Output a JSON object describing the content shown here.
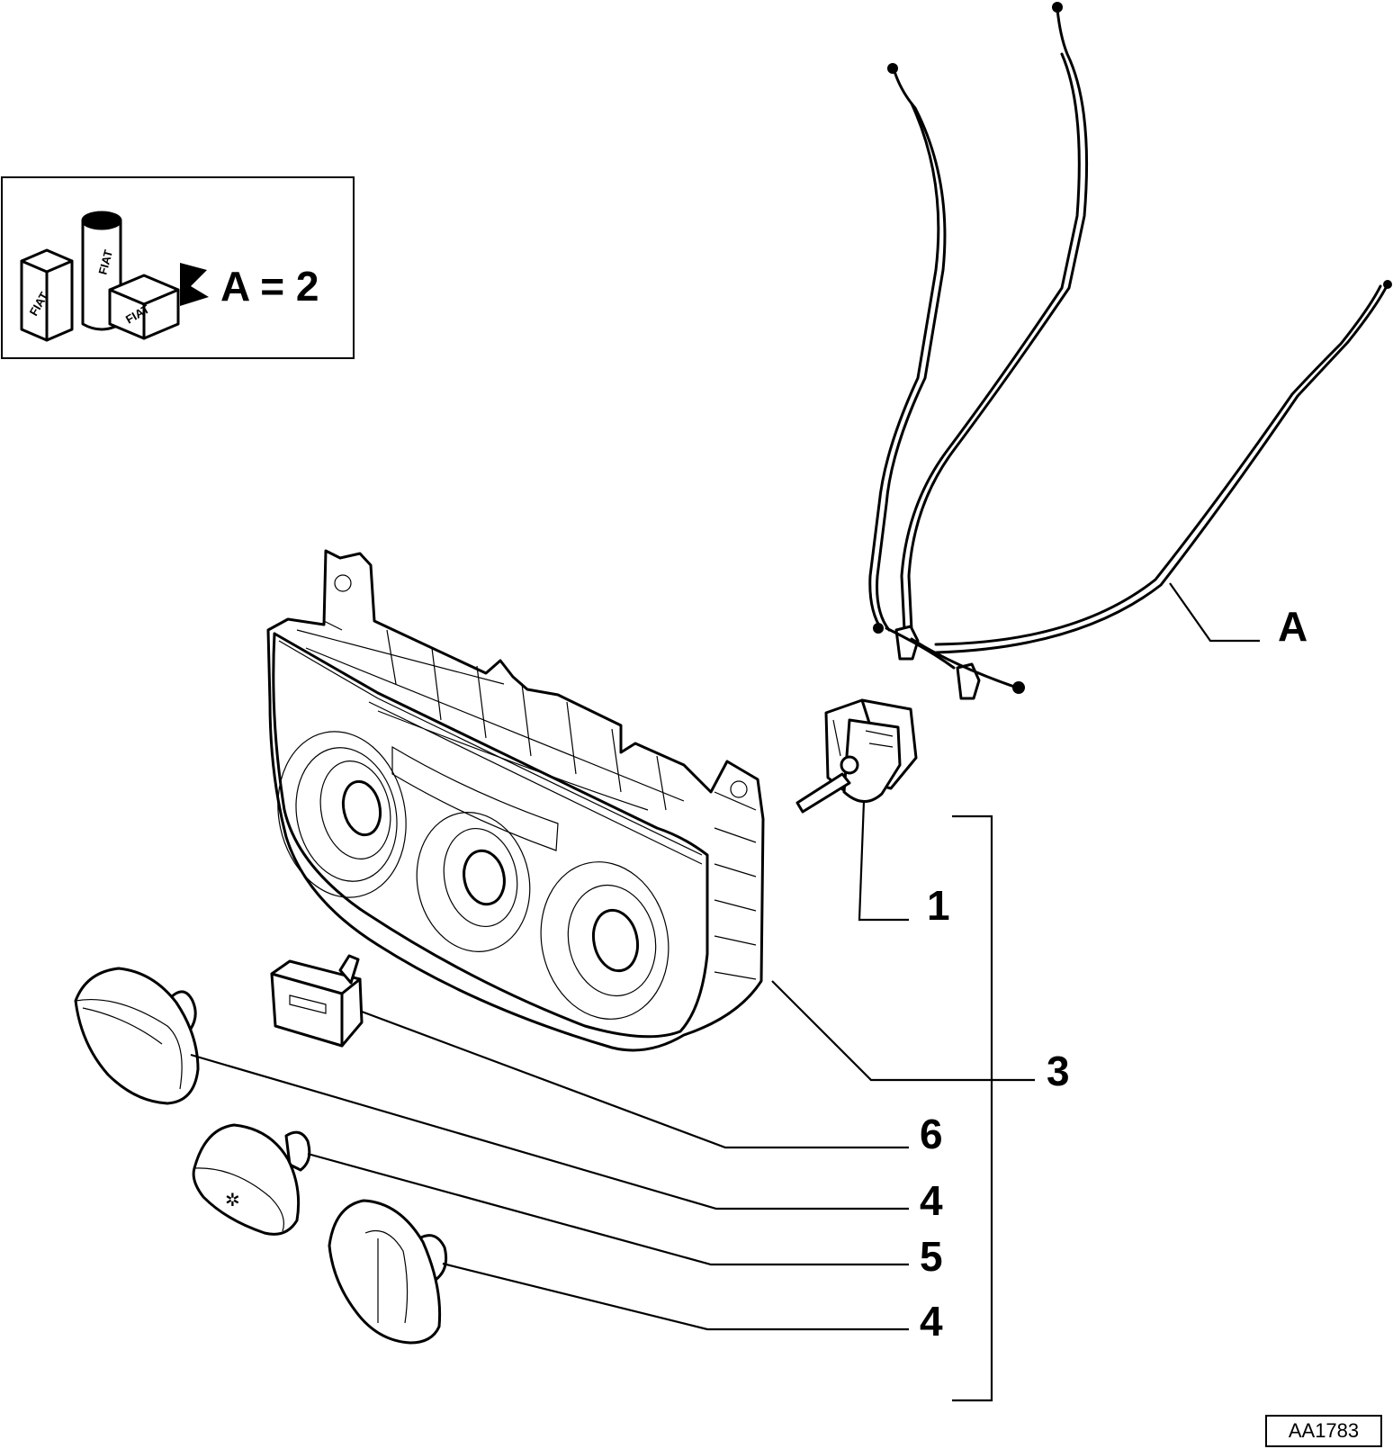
{
  "legend": {
    "equation": "A = 2",
    "brand_text": "FIAT"
  },
  "callouts": {
    "c1": "1",
    "c3": "3",
    "c6": "6",
    "c4a": "4",
    "c5": "5",
    "c4b": "4",
    "cA": "A"
  },
  "diagram_ref": "AA1783"
}
